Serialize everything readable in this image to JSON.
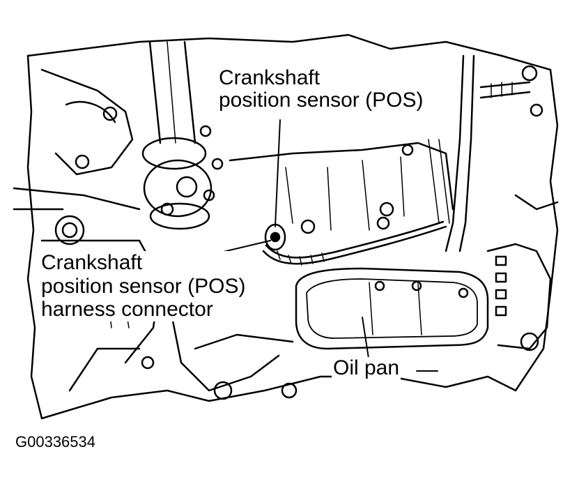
{
  "diagram": {
    "callouts": {
      "pos_sensor": [
        "Crankshaft",
        "position sensor (POS)"
      ],
      "pos_harness": [
        "Crankshaft",
        "position sensor (POS)",
        "harness connector"
      ],
      "oil_pan": "Oil pan"
    },
    "figure_id": "G00336534"
  }
}
